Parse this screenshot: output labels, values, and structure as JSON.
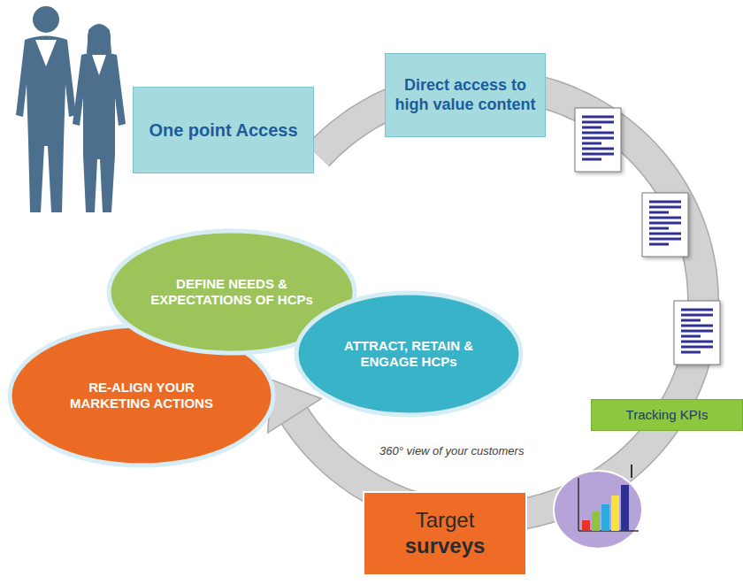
{
  "diagram": {
    "nodes": [
      {
        "text": [
          "One point Access"
        ]
      },
      {
        "text": [
          "Direct access to high value content"
        ]
      },
      {
        "text": [
          "DEFINE NEEDS & EXPECTATIONS OF HCPs"
        ]
      },
      {
        "text": [
          "ATTRACT, RETAIN & ENGAGE HCPs"
        ]
      },
      {
        "text": [
          "Tracking KPIs"
        ]
      },
      {
        "text": [
          "RE-ALIGN YOUR MARKETING ACTIONS"
        ]
      },
      {
        "text": [
          "Target",
          "surveys"
        ]
      }
    ],
    "labels": [
      "360° view of your customers"
    ]
  }
}
